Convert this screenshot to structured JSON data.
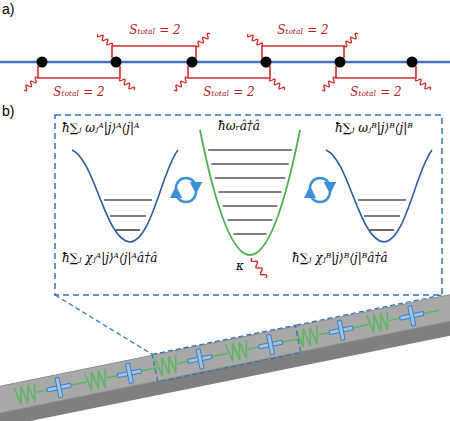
{
  "diagram": {
    "labels": [
      "a)",
      "Sₜₒₜₐₗ = 2",
      "Sₜₒₜₐₗ = 2",
      "Sₜₒₜₐₗ = 2",
      "Sₜₒₜₐₗ = 2",
      "Sₜₒₜₐₗ = 2",
      "b)",
      "ħ∑ⱼ ωⱼᴬ|j⟩ᴬ⟨j|ᴬ",
      "ħωᵣâ†â",
      "ħ∑ⱼ ωⱼᴮ|j⟩ᴮ⟨j|ᴮ",
      "ħ∑ⱼ χⱼᴬ|j⟩ᴬ⟨j|ᴬâ†â",
      "ħ∑ⱼ χⱼᴮ|j⟩ᴮ⟨j|ᴮâ†â",
      "κ"
    ]
  }
}
